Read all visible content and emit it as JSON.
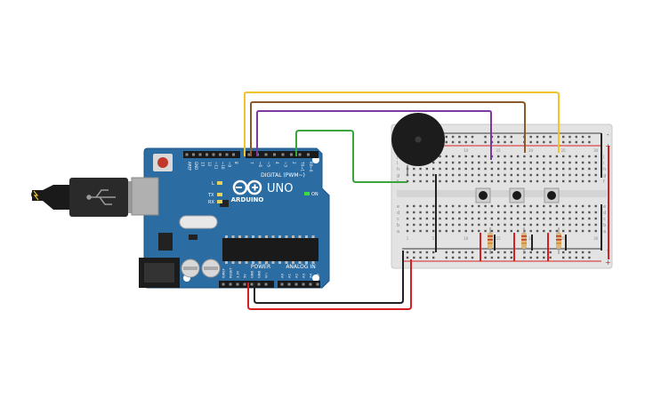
{
  "arduino": {
    "brand": "ARDUINO",
    "model": "UNO",
    "digital_header_label": "DIGITAL (PWM~)",
    "power_header_label": "POWER",
    "analog_header_label": "ANALOG IN",
    "on_label": "ON",
    "led_l": "L",
    "led_tx": "TX",
    "led_rx": "RX",
    "digital_pins": [
      "AREF",
      "GND",
      "13",
      "12",
      "~11",
      "~10",
      "~9",
      "8",
      "7",
      "~6",
      "~5",
      "4",
      "~3",
      "2",
      "TX→1",
      "RX←0"
    ],
    "power_pins": [
      "IOREF",
      "RESET",
      "3.3V",
      "5V",
      "GND",
      "GND",
      "Vin"
    ],
    "analog_pins": [
      "A0",
      "A1",
      "A2",
      "A3",
      "A4",
      "A5"
    ]
  },
  "breadboard": {
    "row_letters_top": [
      "j",
      "i",
      "h",
      "g",
      "f"
    ],
    "row_letters_bottom": [
      "e",
      "d",
      "c",
      "b",
      "a"
    ],
    "column_numbers": [
      "1",
      "5",
      "10",
      "15",
      "20",
      "25",
      "30"
    ],
    "rail_plus": "+",
    "rail_minus": "-"
  },
  "colors": {
    "board_blue": "#2b6ca3",
    "wire_yellow": "#f2c42b",
    "wire_brown": "#8b5a2b",
    "wire_purple": "#7a3aa0",
    "wire_green": "#3aa53a",
    "wire_red": "#d42020",
    "wire_black": "#222222"
  }
}
